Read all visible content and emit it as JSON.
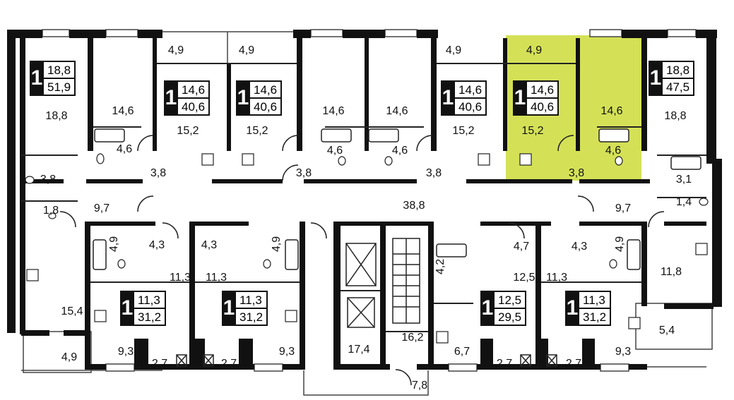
{
  "colors": {
    "highlight": "#d4e157",
    "wall": "#111111",
    "line": "#444444"
  },
  "apartments": [
    {
      "id": "a1",
      "rooms": "1",
      "living": "18,8",
      "total": "51,9"
    },
    {
      "id": "a2",
      "rooms": "1",
      "living": "14,6",
      "total": "40,6"
    },
    {
      "id": "a3",
      "rooms": "1",
      "living": "14,6",
      "total": "40,6"
    },
    {
      "id": "a4",
      "rooms": "1",
      "living": "14,6",
      "total": "40,6"
    },
    {
      "id": "a5",
      "rooms": "1",
      "living": "14,6",
      "total": "40,6",
      "highlighted": true
    },
    {
      "id": "a6",
      "rooms": "1",
      "living": "18,8",
      "total": "47,5"
    },
    {
      "id": "a7",
      "rooms": "1",
      "living": "11,3",
      "total": "31,2"
    },
    {
      "id": "a8",
      "rooms": "1",
      "living": "11,3",
      "total": "31,2"
    },
    {
      "id": "a9",
      "rooms": "1",
      "living": "12,5",
      "total": "29,5"
    },
    {
      "id": "a10",
      "rooms": "1",
      "living": "11,3",
      "total": "31,2"
    }
  ],
  "room_areas": {
    "t1": "4,9",
    "t2": "4,9",
    "t3": "4,9",
    "t4": "4,9",
    "r1": "18,8",
    "r2": "14,6",
    "r3": "14,6",
    "r4": "14,6",
    "r5": "14,6",
    "r6": "18,8",
    "k1": "15,2",
    "k2": "15,2",
    "k3": "15,2",
    "k4": "15,2",
    "b1": "4,6",
    "b2": "4,6",
    "b3": "4,6",
    "b4": "4,6",
    "h1": "3,8",
    "h2": "3,8",
    "h3": "3,8",
    "h4": "3,8",
    "w1": "3,8",
    "w2": "1,8",
    "w3": "3,1",
    "w4": "1,4",
    "c1": "9,7",
    "c2": "38,8",
    "c3": "9,7",
    "lb1": "4,9",
    "lb2": "4,9",
    "lb3": "4,2",
    "lb4": "4,9",
    "lh1": "4,3",
    "lh2": "4,3",
    "lh3": "4,7",
    "lh4": "4,3",
    "lr1": "11,3",
    "lr2": "11,3",
    "lr3": "12,5",
    "lr4": "11,3",
    "lr5": "11,8",
    "lk1": "15,4",
    "lk2": "9,3",
    "lk3": "9,3",
    "lk4": "6,7",
    "lk5": "9,3",
    "st1": "2,7",
    "st2": "2,7",
    "st3": "2,7",
    "st4": "2,7",
    "bal1": "4,9",
    "bal2": "5,4",
    "lob1": "17,4",
    "lob2": "16,2",
    "lob3": "7,8"
  }
}
